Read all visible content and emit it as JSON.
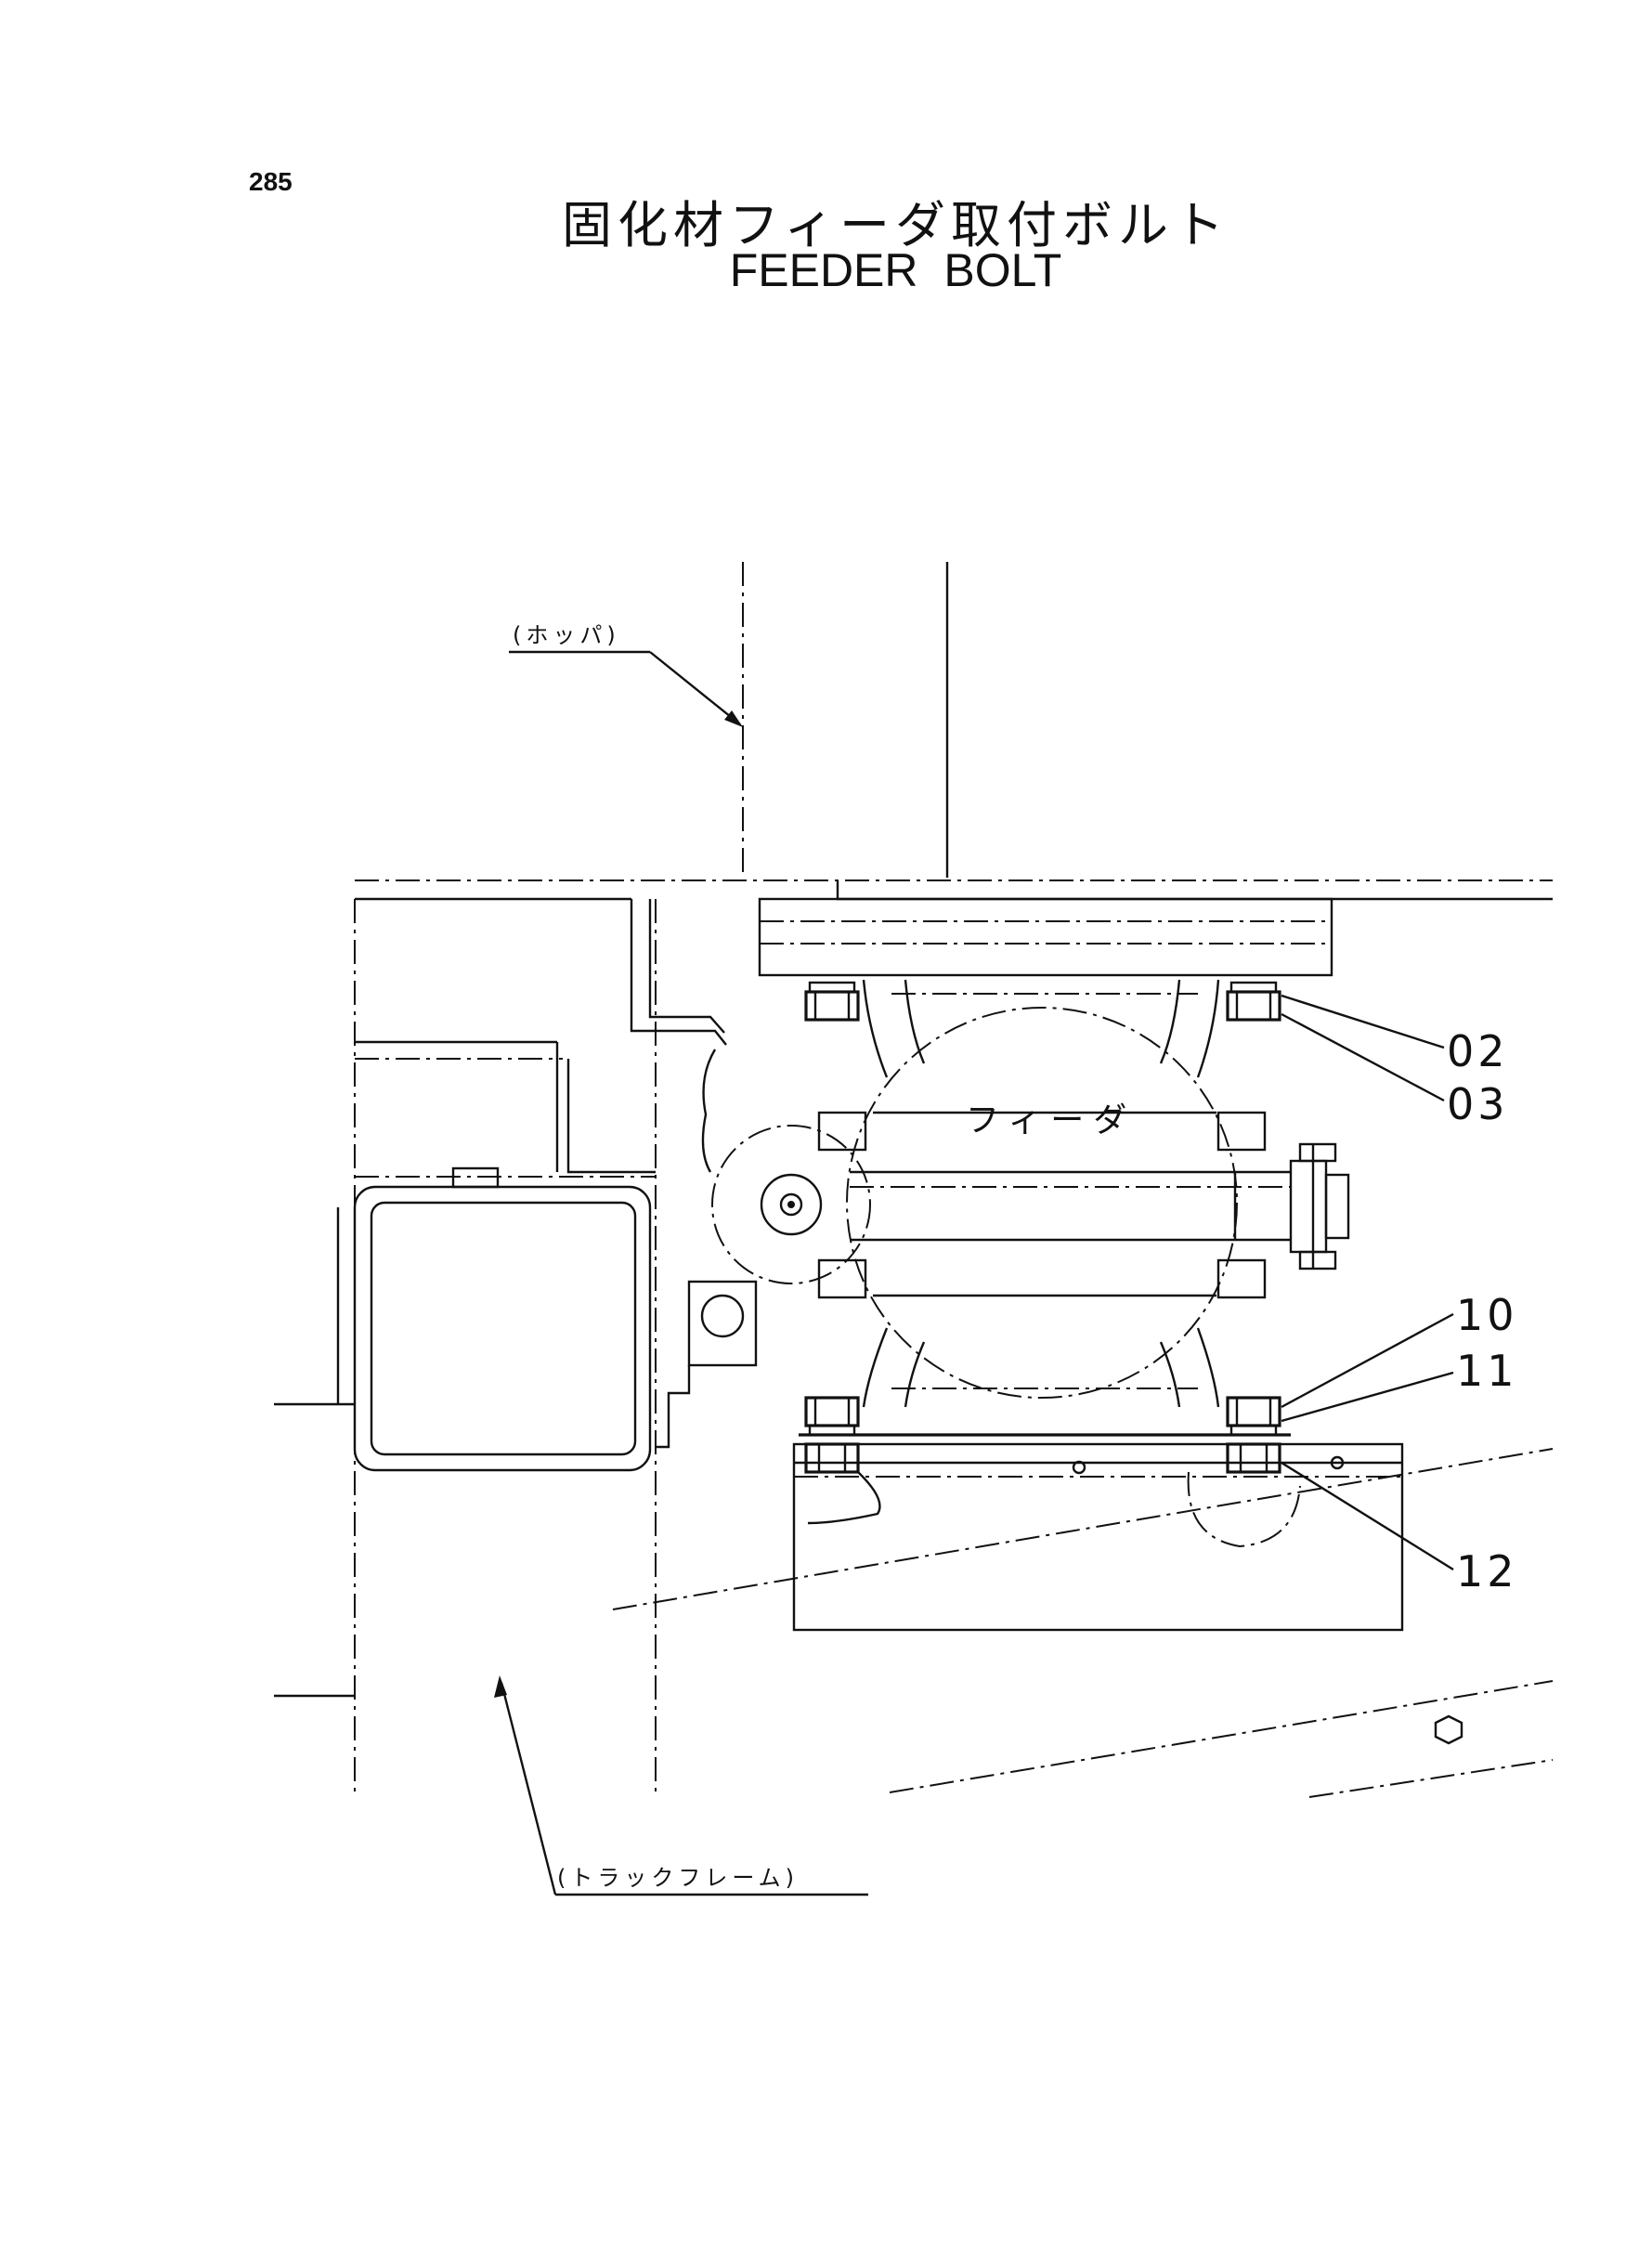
{
  "header": {
    "page_number": "285",
    "title_jp": "固化材フィーダ取付ボルト",
    "title_en": "FEEDER BOLT"
  },
  "labels": {
    "hopper": "(ホッパ)",
    "feeder": "フィーダ",
    "track_frame": "(トラックフレーム)"
  },
  "callouts": [
    {
      "id": "callout-02",
      "number": "02"
    },
    {
      "id": "callout-03",
      "number": "03"
    },
    {
      "id": "callout-10",
      "number": "10"
    },
    {
      "id": "callout-11",
      "number": "11"
    },
    {
      "id": "callout-12",
      "number": "12"
    }
  ]
}
